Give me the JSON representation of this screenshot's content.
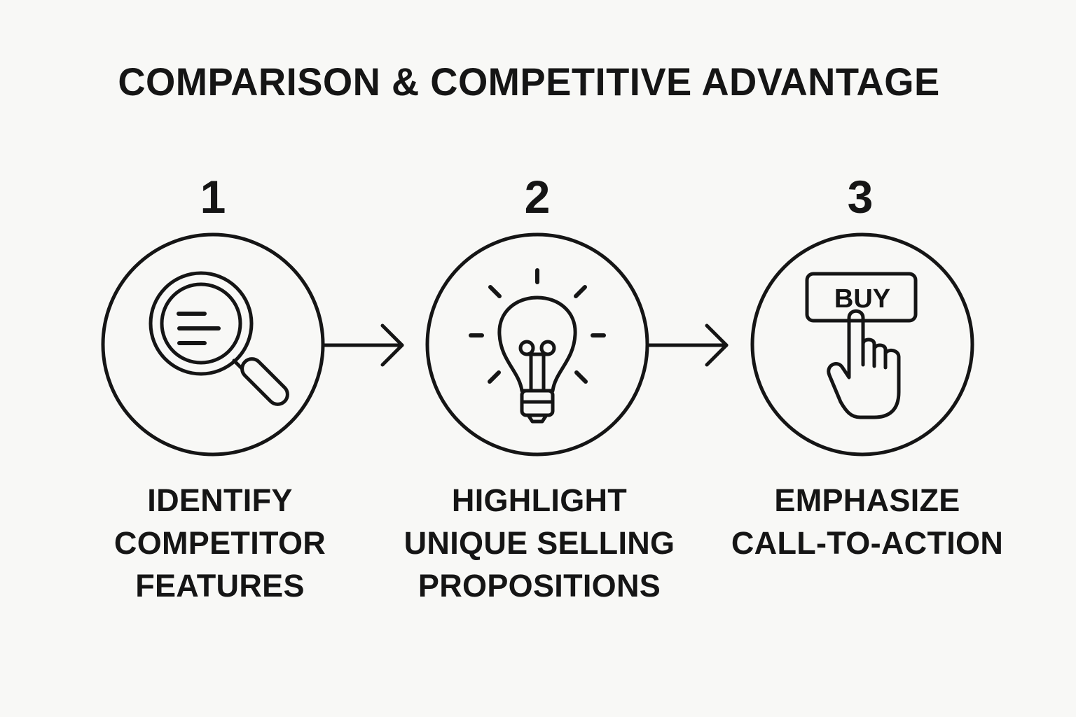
{
  "title": "COMPARISON & COMPETITIVE ADVANTAGE",
  "colors": {
    "background": "#f8f8f6",
    "stroke": "#151515",
    "text": "#151515"
  },
  "steps": [
    {
      "number": "1",
      "icon": "magnifying-glass-icon",
      "label_lines": [
        "IDENTIFY",
        "COMPETITOR",
        "FEATURES"
      ]
    },
    {
      "number": "2",
      "icon": "light-bulb-icon",
      "label_lines": [
        "HIGHLIGHT",
        "UNIQUE SELLING",
        "PROPOSITIONS"
      ]
    },
    {
      "number": "3",
      "icon": "hand-pointer-buy-button-icon",
      "button_text": "BUY",
      "label_lines": [
        "EMPHASIZE",
        "CALL-TO-ACTION"
      ]
    }
  ],
  "connectors": [
    {
      "from": "1",
      "to": "2",
      "icon": "arrow-right-icon"
    },
    {
      "from": "2",
      "to": "3",
      "icon": "arrow-right-icon"
    }
  ]
}
